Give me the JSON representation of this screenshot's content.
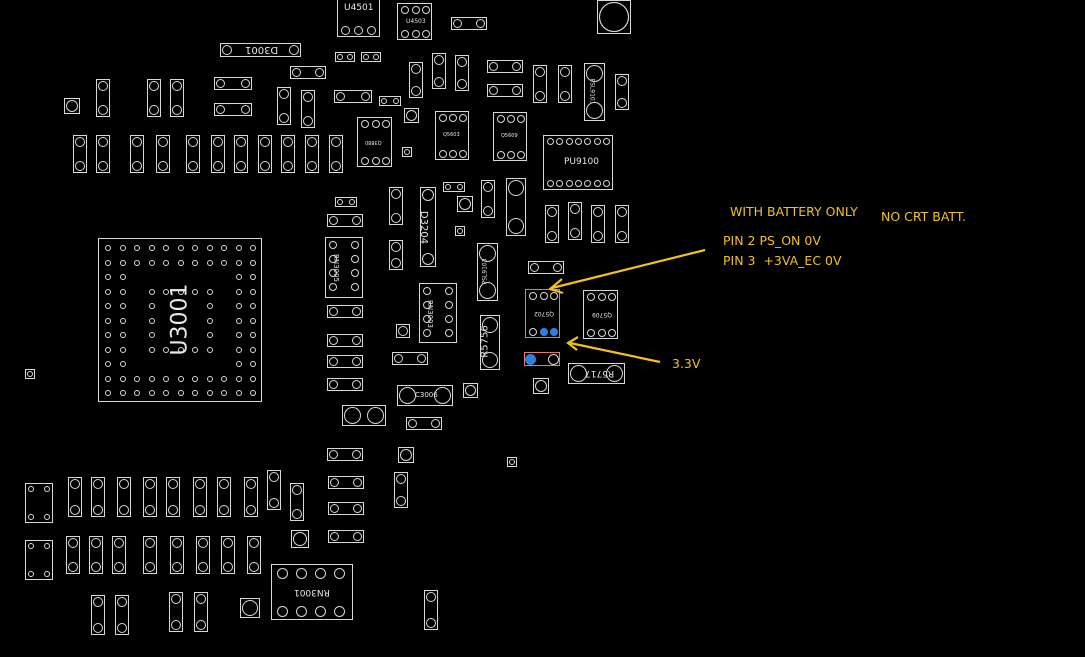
{
  "annotations": {
    "battery_only": "WITH BATTERY ONLY",
    "no_crt": "NO CRT BATT.",
    "pin2": "PIN 2 PS_ON 0V",
    "pin3": "PIN 3  +3VA_EC 0V",
    "voltage": "3.3V",
    "arrow_color": "#f2c11a"
  },
  "components": {
    "u4501": "U4501",
    "u4503": "U4503",
    "d3001": "D3001",
    "d3204": "D3204",
    "u3001": "U3001",
    "rn3005": "RN3005",
    "rn3003": "RN3003",
    "r5756": "R5756",
    "pu9100": "PU9100",
    "q5702": "Q5702",
    "q5709": "Q5709",
    "r5717": "R5717",
    "c3006": "C3006",
    "rn3001": "RN3001",
    "psl9101": "PSL9101",
    "psl9103": "PSL9103",
    "q5603": "Q5603",
    "q5609": "Q5609",
    "q3880": "Q3880"
  },
  "colors": {
    "highlight": "#e07a6a",
    "probe_pin": "#2f7fe0",
    "outline": "#d8d8d8"
  }
}
